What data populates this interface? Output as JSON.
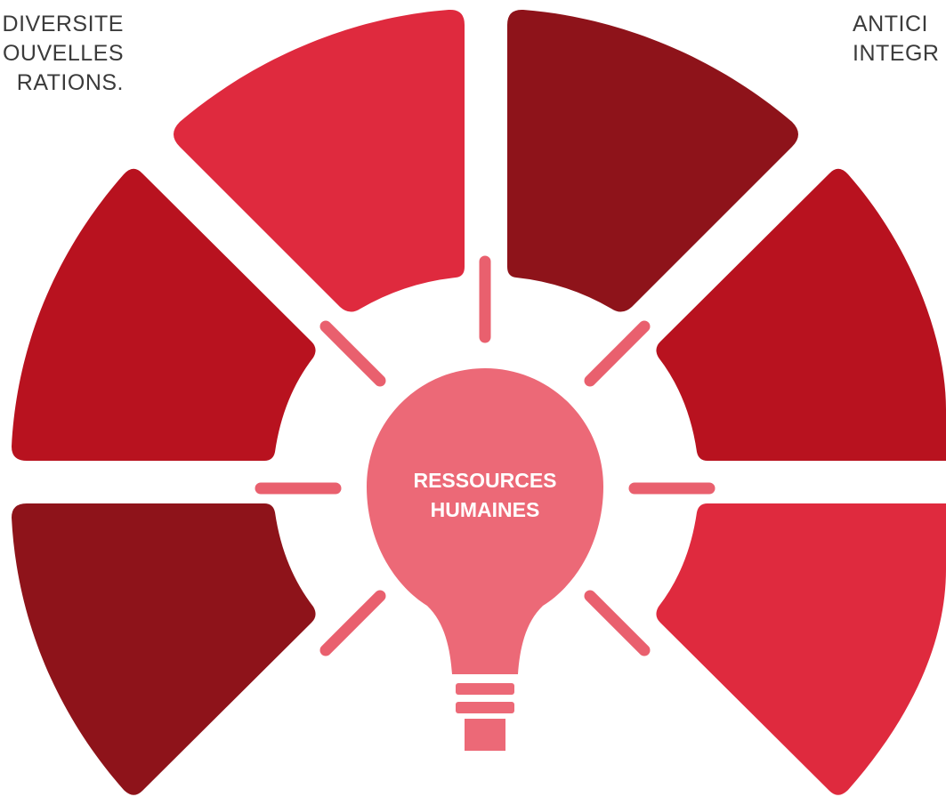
{
  "colors": {
    "bright_red": "#df2a3e",
    "medium_red": "#b8121f",
    "dark_red": "#8e131a",
    "bulb_pink": "#ec6977",
    "ray_pink": "#e9606e",
    "text_gray": "#3b3b3b",
    "white": "#ffffff"
  },
  "segments": [
    {
      "name": "segment-upper-left",
      "color": "bright_red"
    },
    {
      "name": "segment-upper-right",
      "color": "dark_red"
    },
    {
      "name": "segment-middle-left",
      "color": "medium_red"
    },
    {
      "name": "segment-middle-right",
      "color": "medium_red"
    },
    {
      "name": "segment-lower-left",
      "color": "dark_red"
    },
    {
      "name": "segment-lower-right",
      "color": "bright_red"
    }
  ],
  "left_text": {
    "line1": "DIVERSITE",
    "line2": "OUVELLES",
    "line3": "RATIONS."
  },
  "right_text": {
    "line1": "ANTICI",
    "line2": "INTEGR"
  },
  "bulb": {
    "title_line1": "RESSOURCES",
    "title_line2": "HUMAINES"
  }
}
